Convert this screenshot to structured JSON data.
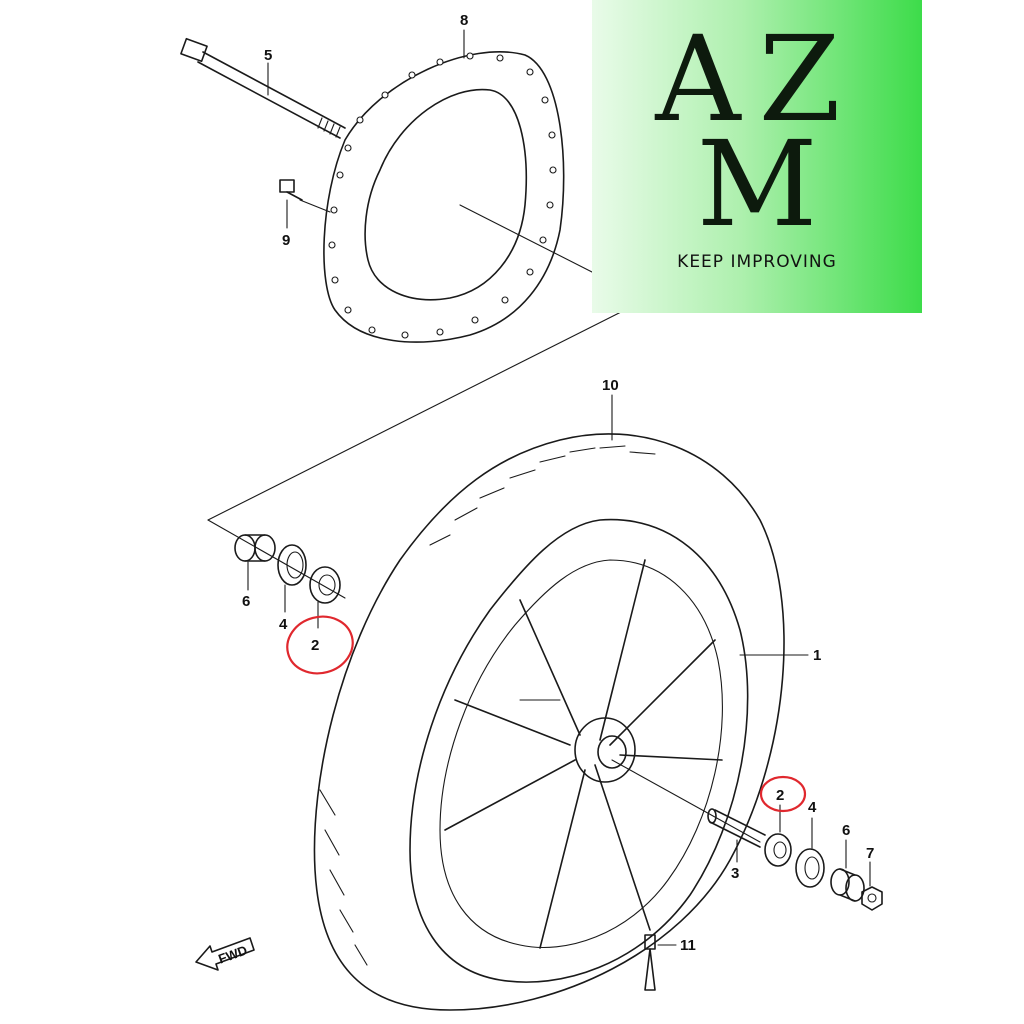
{
  "parts": {
    "p1": "1",
    "p2_left": "2",
    "p2_right": "2",
    "p3": "3",
    "p4_left": "4",
    "p4_right": "4",
    "p5": "5",
    "p6_left": "6",
    "p6_right": "6",
    "p7": "7",
    "p8": "8",
    "p9": "9",
    "p10": "10",
    "p11": "11"
  },
  "direction_label": "FWD",
  "highlighted_part": "2",
  "highlight_color": "#e0282e",
  "logo": {
    "line1": "AZ",
    "line2": "M",
    "tagline": "KEEP IMPROVING",
    "gradient_colors": [
      "#e9fbe9",
      "#3ddc4a"
    ]
  }
}
